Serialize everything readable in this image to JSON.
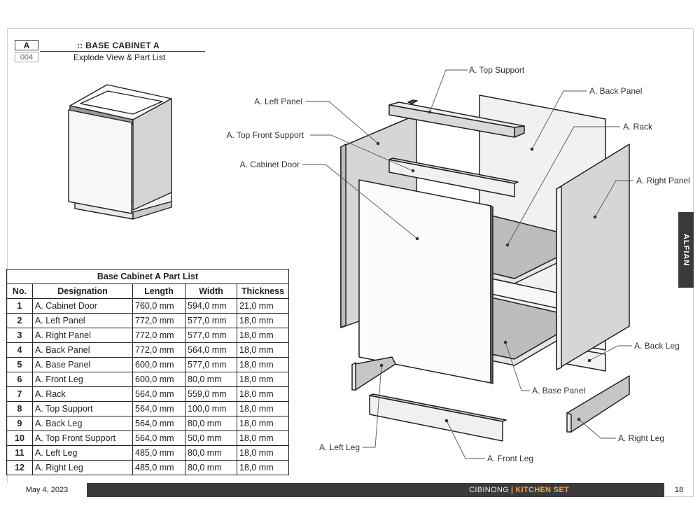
{
  "header": {
    "code": "A",
    "number": "004",
    "title": "::  BASE CABINET A",
    "subtitle": "Explode View & Part List"
  },
  "part_list": {
    "caption": "Base Cabinet A Part List",
    "columns": [
      "No.",
      "Designation",
      "Length",
      "Width",
      "Thickness"
    ],
    "rows": [
      [
        "1",
        "A. Cabinet Door",
        "760,0 mm",
        "594,0 mm",
        "21,0 mm"
      ],
      [
        "2",
        "A. Left Panel",
        "772,0 mm",
        "577,0 mm",
        "18,0 mm"
      ],
      [
        "3",
        "A. Right Panel",
        "772,0 mm",
        "577,0 mm",
        "18,0 mm"
      ],
      [
        "4",
        "A. Back Panel",
        "772,0 mm",
        "564,0 mm",
        "18,0 mm"
      ],
      [
        "5",
        "A. Base Panel",
        "600,0 mm",
        "577,0 mm",
        "18,0 mm"
      ],
      [
        "6",
        "A. Front Leg",
        "600,0 mm",
        "80,0 mm",
        "18,0 mm"
      ],
      [
        "7",
        "A. Rack",
        "564,0 mm",
        "559,0 mm",
        "18,0 mm"
      ],
      [
        "8",
        "A. Top Support",
        "564,0 mm",
        "100,0 mm",
        "18,0 mm"
      ],
      [
        "9",
        "A. Back Leg",
        "564,0 mm",
        "80,0 mm",
        "18,0 mm"
      ],
      [
        "10",
        "A. Top Front Support",
        "564,0 mm",
        "50,0 mm",
        "18,0 mm"
      ],
      [
        "11",
        "A. Left Leg",
        "485,0 mm",
        "80,0 mm",
        "18,0 mm"
      ],
      [
        "12",
        "A. Right Leg",
        "485,0 mm",
        "80,0 mm",
        "18,0 mm"
      ]
    ]
  },
  "callouts": {
    "top_support": "A. Top Support",
    "back_panel": "A. Back Panel",
    "left_panel": "A. Left Panel",
    "rack": "A. Rack",
    "top_front_support": "A. Top Front Support",
    "right_panel": "A. Right Panel",
    "cabinet_door": "A. Cabinet Door",
    "back_leg": "A. Back Leg",
    "base_panel": "A. Base Panel",
    "left_leg": "A. Left Leg",
    "right_leg": "A. Right Leg",
    "front_leg": "A. Front Leg"
  },
  "footer": {
    "date": "May 4, 2023",
    "location": "CIBINONG",
    "separator": "|",
    "project": "KITCHEN SET",
    "page": "18"
  },
  "side_tab": "ALFIAN",
  "colors": {
    "accent": "#f2a93b",
    "bar": "#3a3a3a",
    "panel": "#d9d9d9"
  }
}
